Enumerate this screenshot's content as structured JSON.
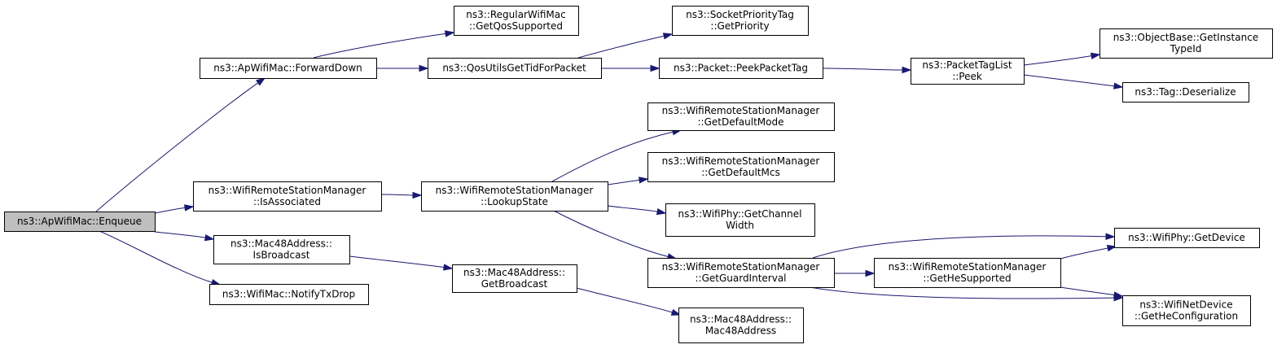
{
  "colors": {
    "edge": "#191970",
    "root_fill": "#bfbfbf",
    "node_fill": "#ffffff",
    "node_border": "#000000"
  },
  "nodes": [
    {
      "id": "enqueue",
      "lines": [
        "ns3::ApWifiMac::Enqueue"
      ],
      "root": true
    },
    {
      "id": "forwardDown",
      "lines": [
        "ns3::ApWifiMac::ForwardDown"
      ]
    },
    {
      "id": "isAssociated",
      "lines": [
        "ns3::WifiRemoteStationManager",
        "::IsAssociated"
      ]
    },
    {
      "id": "isBroadcast",
      "lines": [
        "ns3::Mac48Address::",
        "IsBroadcast"
      ]
    },
    {
      "id": "notifyTxDrop",
      "lines": [
        "ns3::WifiMac::NotifyTxDrop"
      ]
    },
    {
      "id": "getQosSupported",
      "lines": [
        "ns3::RegularWifiMac",
        "::GetQosSupported"
      ]
    },
    {
      "id": "getTidForPacket",
      "lines": [
        "ns3::QosUtilsGetTidForPacket"
      ]
    },
    {
      "id": "lookupState",
      "lines": [
        "ns3::WifiRemoteStationManager",
        "::LookupState"
      ]
    },
    {
      "id": "getBroadcast",
      "lines": [
        "ns3::Mac48Address::",
        "GetBroadcast"
      ]
    },
    {
      "id": "getPriority",
      "lines": [
        "ns3::SocketPriorityTag",
        "::GetPriority"
      ]
    },
    {
      "id": "peekPacketTag",
      "lines": [
        "ns3::Packet::PeekPacketTag"
      ]
    },
    {
      "id": "getDefaultMode",
      "lines": [
        "ns3::WifiRemoteStationManager",
        "::GetDefaultMode"
      ]
    },
    {
      "id": "getDefaultMcs",
      "lines": [
        "ns3::WifiRemoteStationManager",
        "::GetDefaultMcs"
      ]
    },
    {
      "id": "getChannelWidth",
      "lines": [
        "ns3::WifiPhy::GetChannel",
        "Width"
      ]
    },
    {
      "id": "getGuardInterval",
      "lines": [
        "ns3::WifiRemoteStationManager",
        "::GetGuardInterval"
      ]
    },
    {
      "id": "mac48Address",
      "lines": [
        "ns3::Mac48Address::",
        "Mac48Address"
      ]
    },
    {
      "id": "tagListPeek",
      "lines": [
        "ns3::PacketTagList",
        "::Peek"
      ]
    },
    {
      "id": "getHeSupported",
      "lines": [
        "ns3::WifiRemoteStationManager",
        "::GetHeSupported"
      ]
    },
    {
      "id": "getInstanceTypeId",
      "lines": [
        "ns3::ObjectBase::GetInstance",
        "TypeId"
      ]
    },
    {
      "id": "tagDeserialize",
      "lines": [
        "ns3::Tag::Deserialize"
      ]
    },
    {
      "id": "getDevice",
      "lines": [
        "ns3::WifiPhy::GetDevice"
      ]
    },
    {
      "id": "getHeConfiguration",
      "lines": [
        "ns3::WifiNetDevice",
        "::GetHeConfiguration"
      ]
    }
  ],
  "edges": [
    {
      "from": "enqueue",
      "to": "forwardDown"
    },
    {
      "from": "enqueue",
      "to": "isAssociated"
    },
    {
      "from": "enqueue",
      "to": "isBroadcast"
    },
    {
      "from": "enqueue",
      "to": "notifyTxDrop"
    },
    {
      "from": "forwardDown",
      "to": "getQosSupported"
    },
    {
      "from": "forwardDown",
      "to": "getTidForPacket"
    },
    {
      "from": "getTidForPacket",
      "to": "getPriority"
    },
    {
      "from": "getTidForPacket",
      "to": "peekPacketTag"
    },
    {
      "from": "peekPacketTag",
      "to": "tagListPeek"
    },
    {
      "from": "tagListPeek",
      "to": "getInstanceTypeId"
    },
    {
      "from": "tagListPeek",
      "to": "tagDeserialize"
    },
    {
      "from": "isAssociated",
      "to": "lookupState"
    },
    {
      "from": "lookupState",
      "to": "getDefaultMode"
    },
    {
      "from": "lookupState",
      "to": "getDefaultMcs"
    },
    {
      "from": "lookupState",
      "to": "getChannelWidth"
    },
    {
      "from": "lookupState",
      "to": "getGuardInterval"
    },
    {
      "from": "isBroadcast",
      "to": "getBroadcast"
    },
    {
      "from": "getBroadcast",
      "to": "mac48Address"
    },
    {
      "from": "getGuardInterval",
      "to": "getDevice"
    },
    {
      "from": "getGuardInterval",
      "to": "getHeSupported"
    },
    {
      "from": "getGuardInterval",
      "to": "getHeConfiguration"
    },
    {
      "from": "getHeSupported",
      "to": "getDevice"
    },
    {
      "from": "getHeSupported",
      "to": "getHeConfiguration"
    }
  ]
}
